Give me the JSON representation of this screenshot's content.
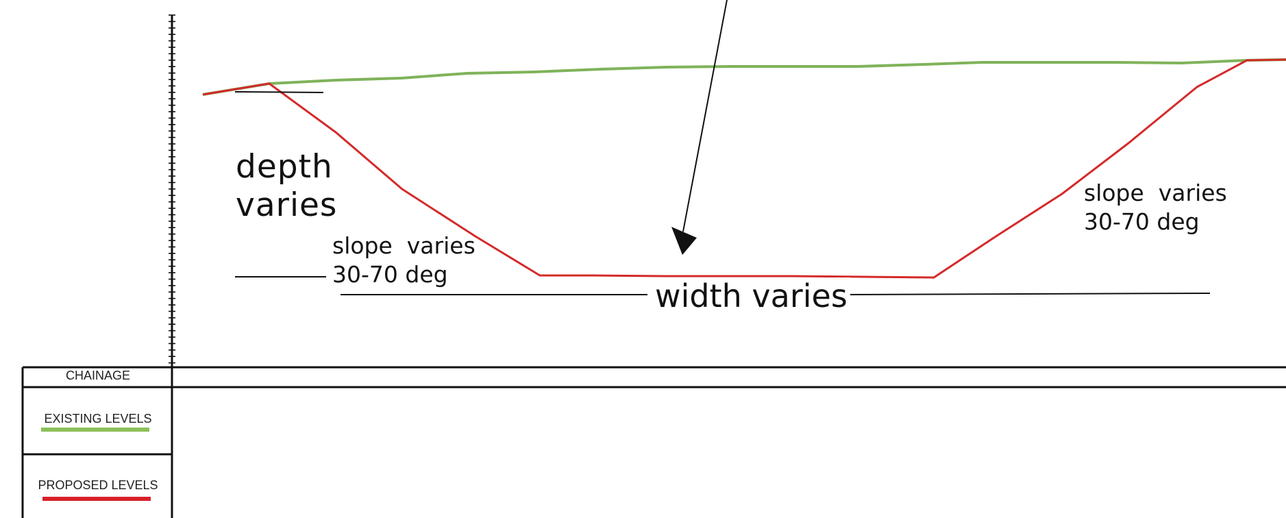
{
  "labels": {
    "depth": "depth\nvaries",
    "slope_left": "slope  varies\n30-70 deg",
    "slope_right": "slope  varies\n30-70 deg",
    "width": "width varies"
  },
  "table": {
    "rows": [
      {
        "label": "CHAINAGE"
      },
      {
        "label": "EXISTING LEVELS",
        "key_color": "#8cc05a"
      },
      {
        "label": "PROPOSED LEVELS",
        "key_color": "#d8202a"
      }
    ]
  },
  "colors": {
    "existing_line": "#7fb35a",
    "proposed_line": "#d42a2a",
    "ink": "#111111"
  }
}
